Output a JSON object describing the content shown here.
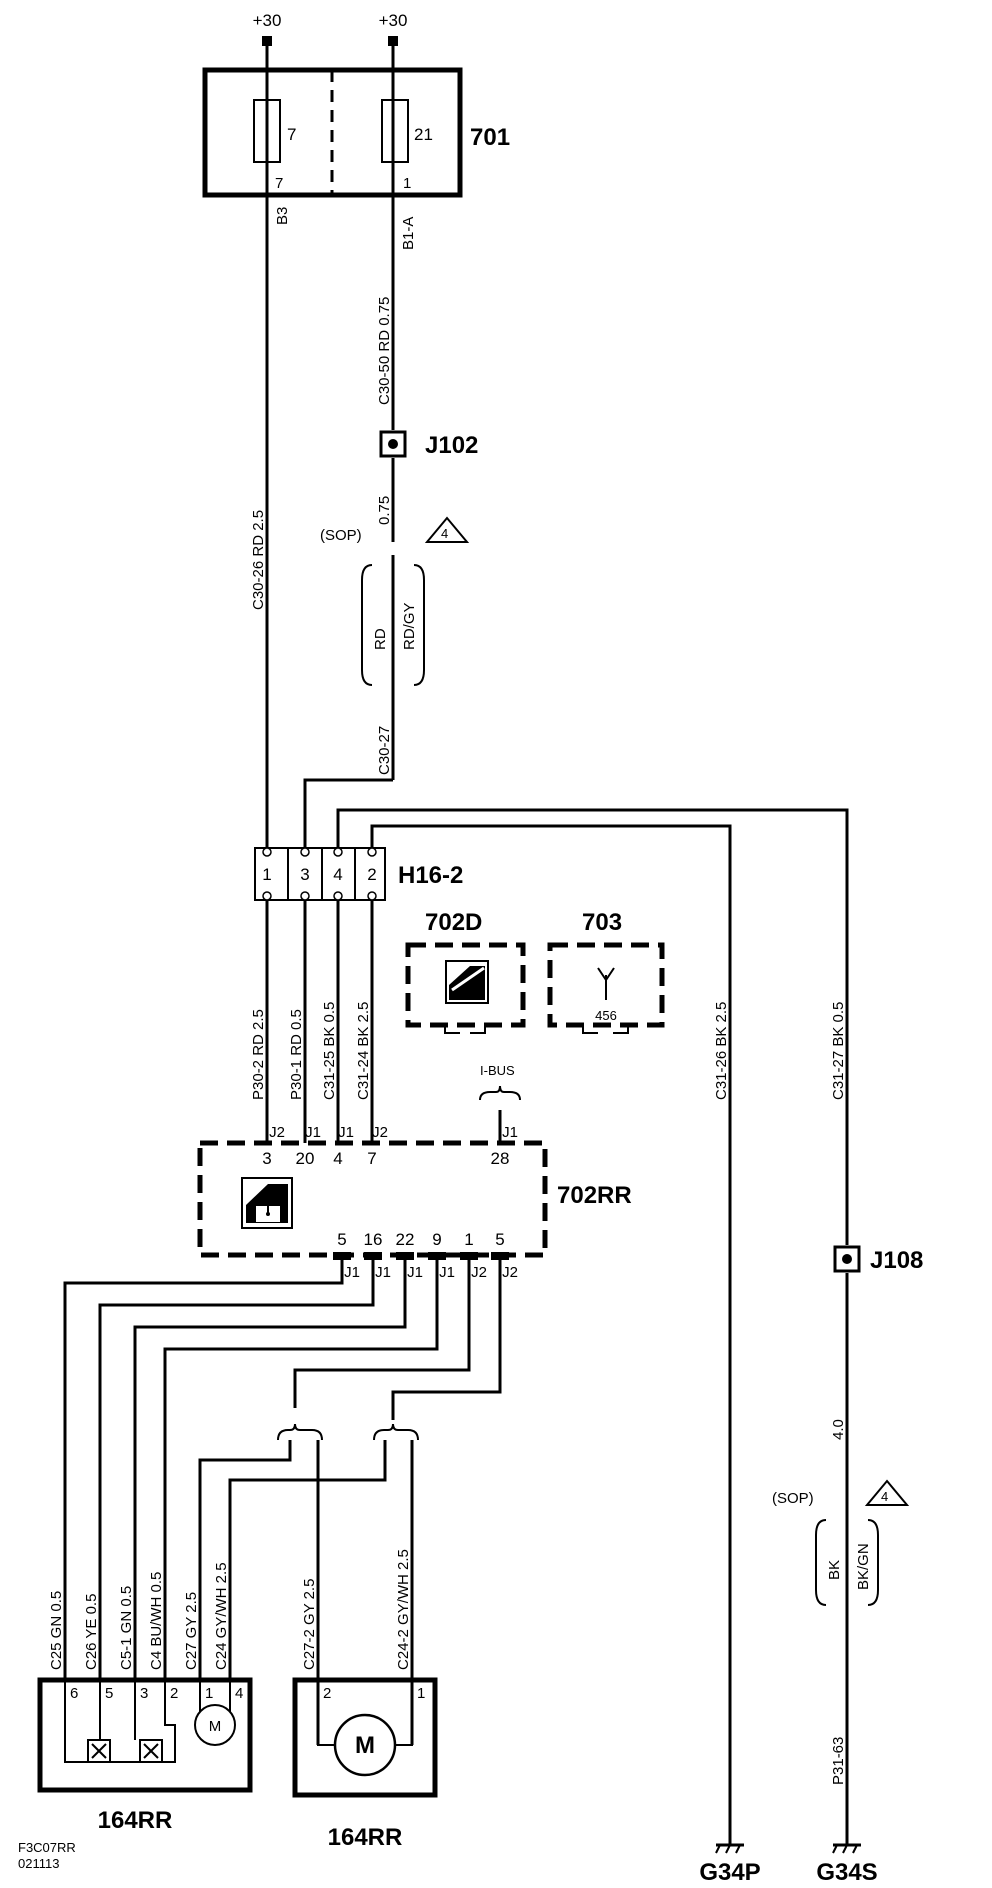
{
  "supply": {
    "left": "+30",
    "right": "+30"
  },
  "fuse_box": {
    "id": "701",
    "fuse_left": "7",
    "fuse_right": "21",
    "pin_left": "7",
    "pin_right": "1",
    "conn_left": "B3",
    "conn_right": "B1-A"
  },
  "wires": {
    "w_c3050": "C30-50  RD  0.75",
    "w_075": "0.75",
    "w_c3026": "C30-26  RD  2.5",
    "w_rd": "RD",
    "w_rdgy": "RD/GY",
    "w_c3027": "C30-27",
    "w_p302": "P30-2  RD  2.5",
    "w_p301": "P30-1  RD  0.5",
    "w_c3125": "C31-25  BK  0.5",
    "w_c3124": "C31-24  BK  2.5",
    "w_c3126": "C31-26  BK  2.5",
    "w_c3127": "C31-27  BK  0.5",
    "w_40": "4.0",
    "w_bk": "BK",
    "w_bkgn": "BK/GN",
    "w_p3163": "P31-63",
    "w_c25": "C25  GN  0.5",
    "w_c26": "C26  YE  0.5",
    "w_c51": "C5-1  GN  0.5",
    "w_c4": "C4  BU/WH  0.5",
    "w_c27": "C27  GY  2.5",
    "w_c24": "C24  GY/WH  2.5",
    "w_c272": "C27-2  GY  2.5",
    "w_c242": "C24-2  GY/WH  2.5"
  },
  "splices": {
    "j102": "J102",
    "j108": "J108"
  },
  "notes": {
    "sop1": "(SOP)",
    "sop2": "(SOP)",
    "tri1": "4",
    "tri2": "4"
  },
  "connector_h16": {
    "id": "H16-2",
    "pins": [
      "1",
      "3",
      "4",
      "2"
    ]
  },
  "module_702d": {
    "id": "702D"
  },
  "module_703": {
    "id": "703",
    "num": "456"
  },
  "ibus": "I-BUS",
  "module_702rr": {
    "id": "702RR",
    "top_pins": [
      "3",
      "20",
      "4",
      "7",
      "28"
    ],
    "top_conns": [
      "J2",
      "J1",
      "J1",
      "J2",
      "J1"
    ],
    "bottom_pins": [
      "5",
      "16",
      "22",
      "9",
      "1",
      "5"
    ],
    "bottom_conns": [
      "J1",
      "J1",
      "J1",
      "J1",
      "J2",
      "J2"
    ]
  },
  "switch_164": {
    "id": "164RR",
    "pins": [
      "6",
      "5",
      "3",
      "2",
      "1",
      "4"
    ],
    "motor": "M"
  },
  "motor_164": {
    "id": "164RR",
    "pins": [
      "2",
      "1"
    ],
    "motor": "M"
  },
  "grounds": {
    "g1": "G34P",
    "g2": "G34S"
  },
  "footer": {
    "code": "F3C07RR",
    "date": "021113"
  }
}
